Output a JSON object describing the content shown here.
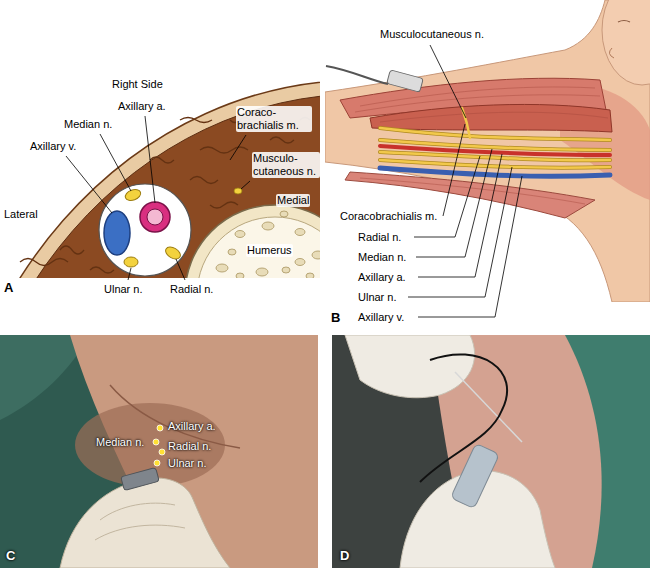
{
  "diagram": {
    "labels": [
      "Right Side",
      "Axillary a.",
      "Median n.",
      "Axillary v.",
      "Coraco- brachialis m.",
      "Musculo- cutaneous n.",
      "Lateral",
      "Medial",
      "Humerus",
      "A",
      "Ulnar n.",
      "Radial n.",
      "Musculocutaneous n.",
      "Coracobrachialis m.",
      "Radial n.",
      "Median n.",
      "Axillary a.",
      "Ulnar n.",
      "Axillary v.",
      "B",
      "Axillary a.",
      "Median n.",
      "Radial n.",
      "Ulnar n.",
      "C",
      "D"
    ]
  }
}
